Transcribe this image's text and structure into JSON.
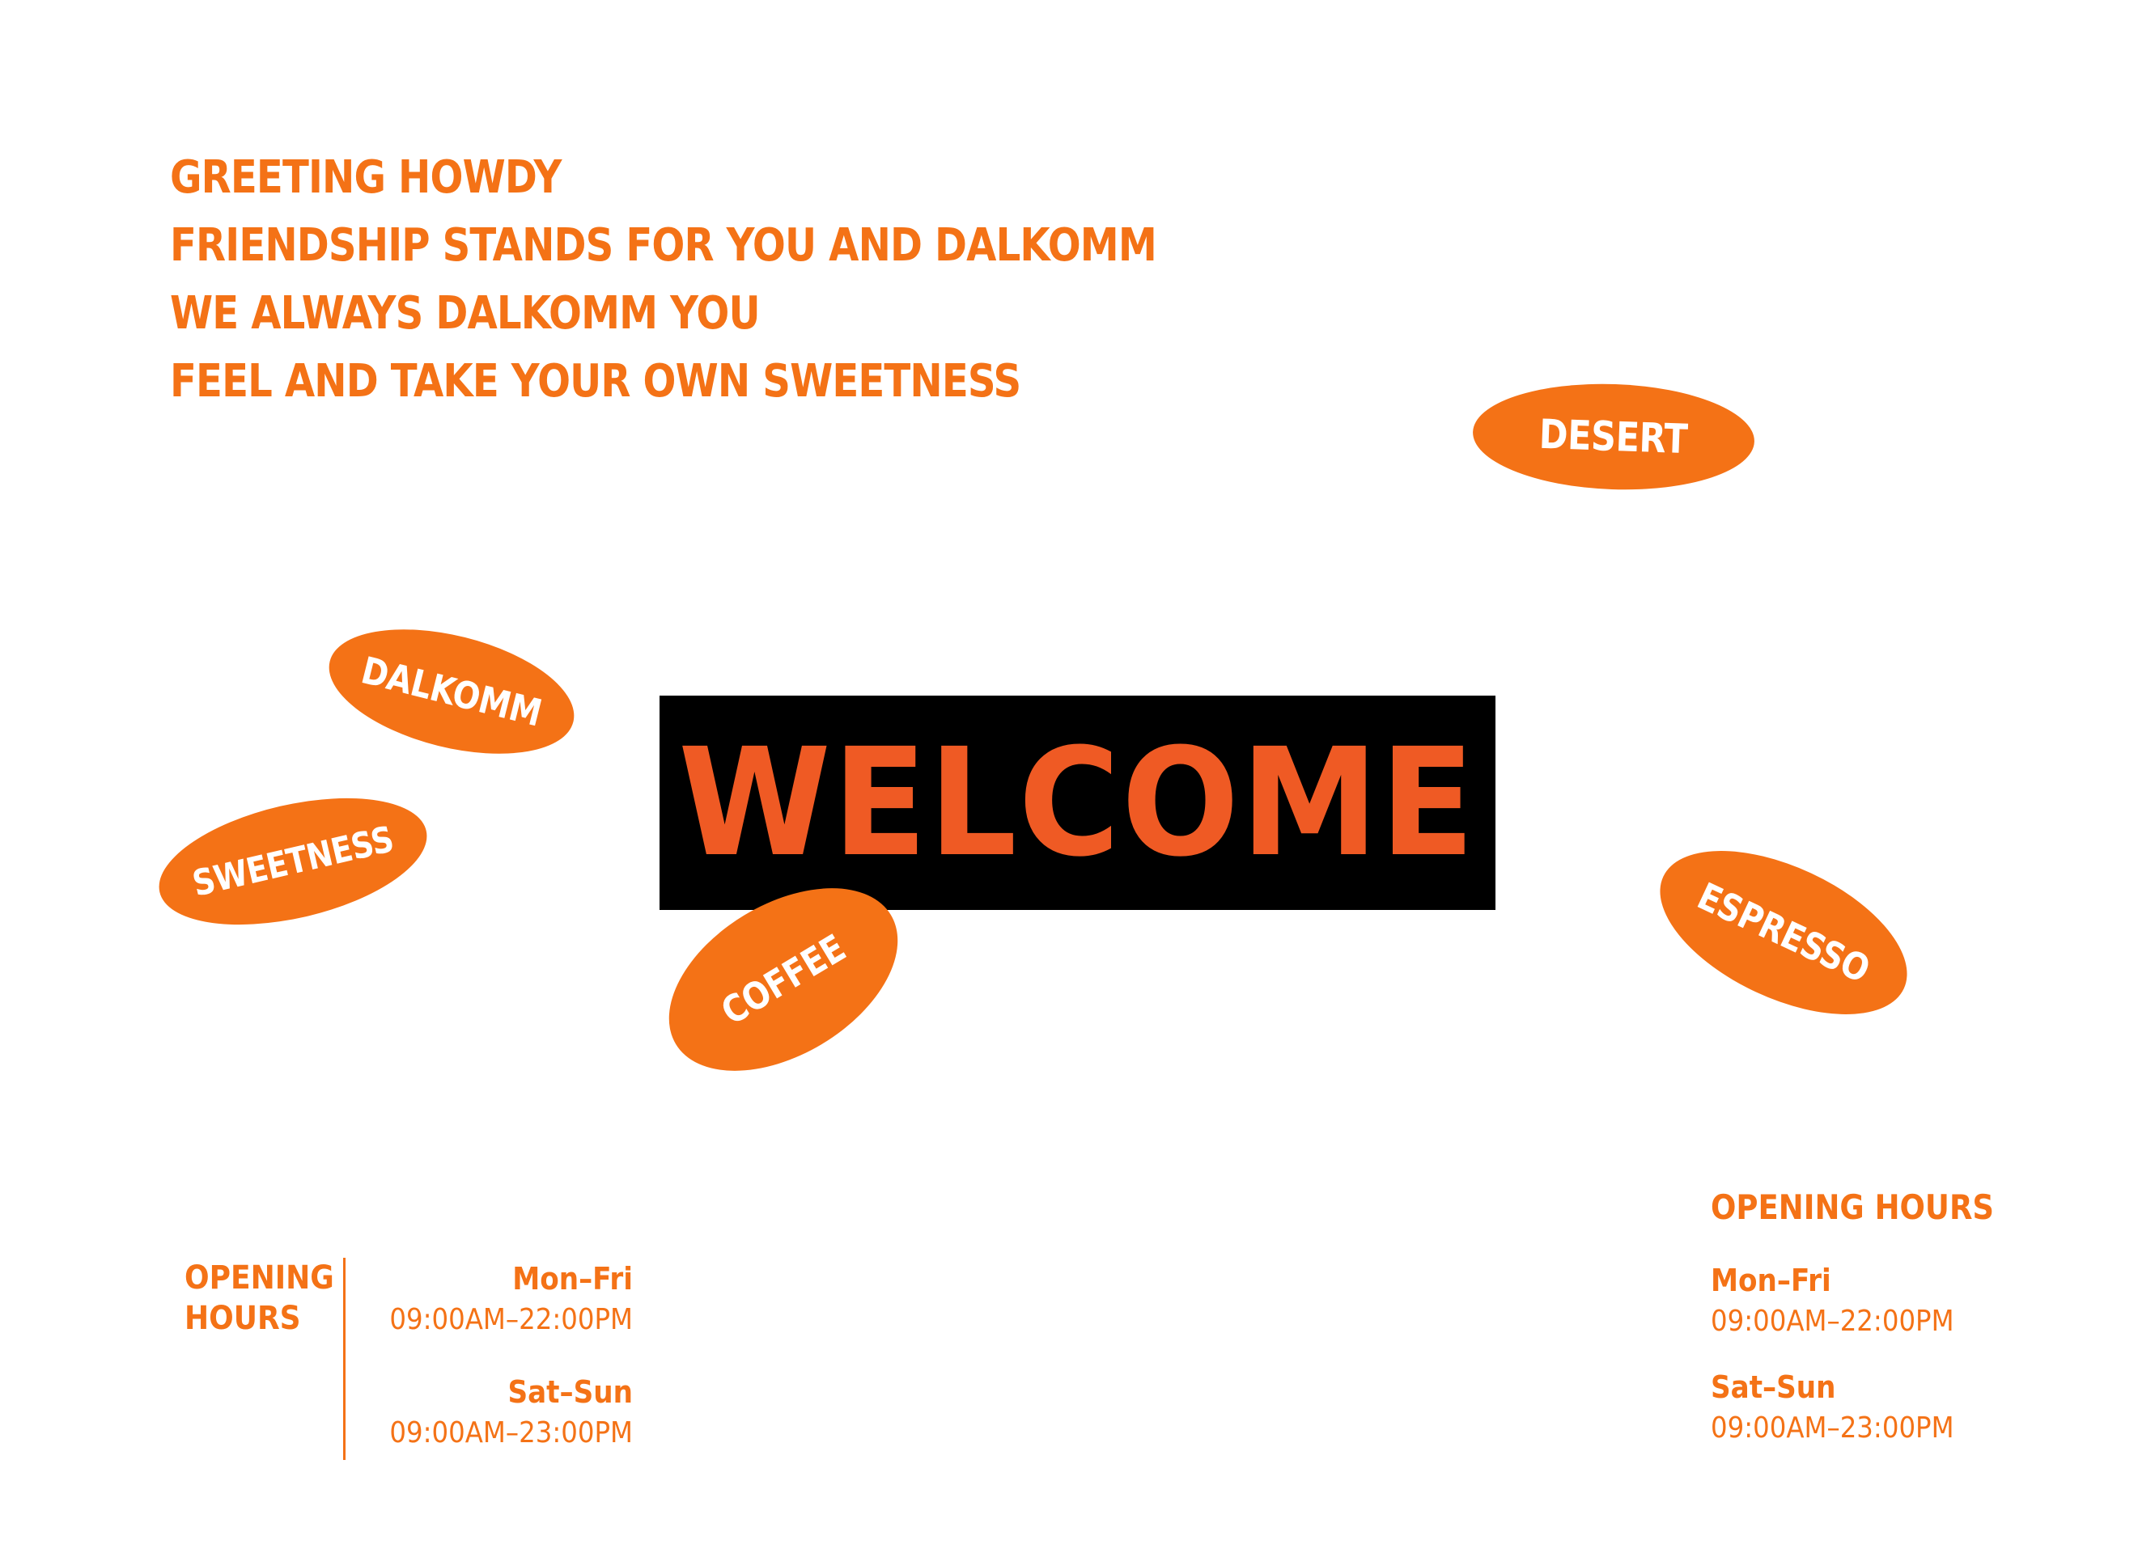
{
  "headline": [
    "GREETING HOWDY",
    "FRIENDSHIP STANDS FOR YOU AND DALKOMM",
    "WE ALWAYS DALKOMM YOU",
    "FEEL AND TAKE YOUR OWN SWEETNESS"
  ],
  "welcome": "WELCOME",
  "tags": {
    "desert": "DESERT",
    "dalkomm": "DALKOMM",
    "sweetness": "SWEETNESS",
    "coffee": "COFFEE",
    "espresso": "ESPRESSO"
  },
  "hours_left": {
    "title_line1": "OPENING",
    "title_line2": "HOURS",
    "weekday_label": "Mon–Fri",
    "weekday_time": "09:00AM–22:00PM",
    "weekend_label": "Sat–Sun",
    "weekend_time": "09:00AM–23:00PM"
  },
  "hours_right": {
    "title": "OPENING HOURS",
    "weekday_label": "Mon–Fri",
    "weekday_time": "09:00AM–22:00PM",
    "weekend_label": "Sat–Sun",
    "weekend_time": "09:00AM–23:00PM"
  },
  "colors": {
    "accent": "#f47216",
    "welcome_text": "#ef5a24",
    "welcome_bg": "#000000",
    "background": "#ffffff"
  }
}
